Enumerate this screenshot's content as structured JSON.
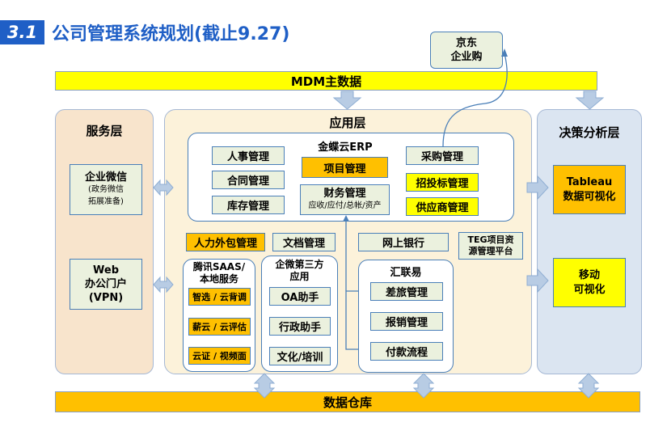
{
  "title": {
    "badge": "3.1",
    "text": "公司管理系统规划(截止9.27)"
  },
  "jd": {
    "line1": "京东",
    "line2": "企业购"
  },
  "mdm": "MDM主数据",
  "warehouse": "数据仓库",
  "service_layer": {
    "title": "服务层",
    "wecom": {
      "line1": "企业微信",
      "line2": "(政务微信",
      "line3": "拓展准备)"
    },
    "web": {
      "line1": "Web",
      "line2": "办公门户",
      "line3": "(VPN)"
    }
  },
  "app_layer": {
    "title": "应用层",
    "erp": {
      "title": "金蝶云ERP",
      "hr": "人事管理",
      "contract": "合同管理",
      "inventory": "库存管理",
      "project": "项目管理",
      "finance": {
        "line1": "财务管理",
        "line2": "应收/应付/总帐/资产"
      },
      "purchase": "采购管理",
      "bidding": "招投标管理",
      "supplier": "供应商管理"
    },
    "outsourcing": "人力外包管理",
    "docs": "文档管理",
    "bank": "网上银行",
    "teg": {
      "line1": "TEG项目资",
      "line2": "源管理平台"
    },
    "saas": {
      "title_line1": "腾讯SAAS/",
      "title_line2": "本地服务",
      "items": [
        "智选 / 云背调",
        "薪云 / 云评估",
        "云证 / 视频面"
      ]
    },
    "thirdparty": {
      "title_line1": "企微第三方",
      "title_line2": "应用",
      "items": [
        "OA助手",
        "行政助手",
        "文化/培训"
      ]
    },
    "huilianyi": {
      "title": "汇联易",
      "items": [
        "差旅管理",
        "报销管理",
        "付款流程"
      ]
    }
  },
  "decision_layer": {
    "title": "决策分析层",
    "tableau": {
      "line1": "Tableau",
      "line2": "数据可视化"
    },
    "mobile": {
      "line1": "移动",
      "line2": "可视化"
    }
  }
}
